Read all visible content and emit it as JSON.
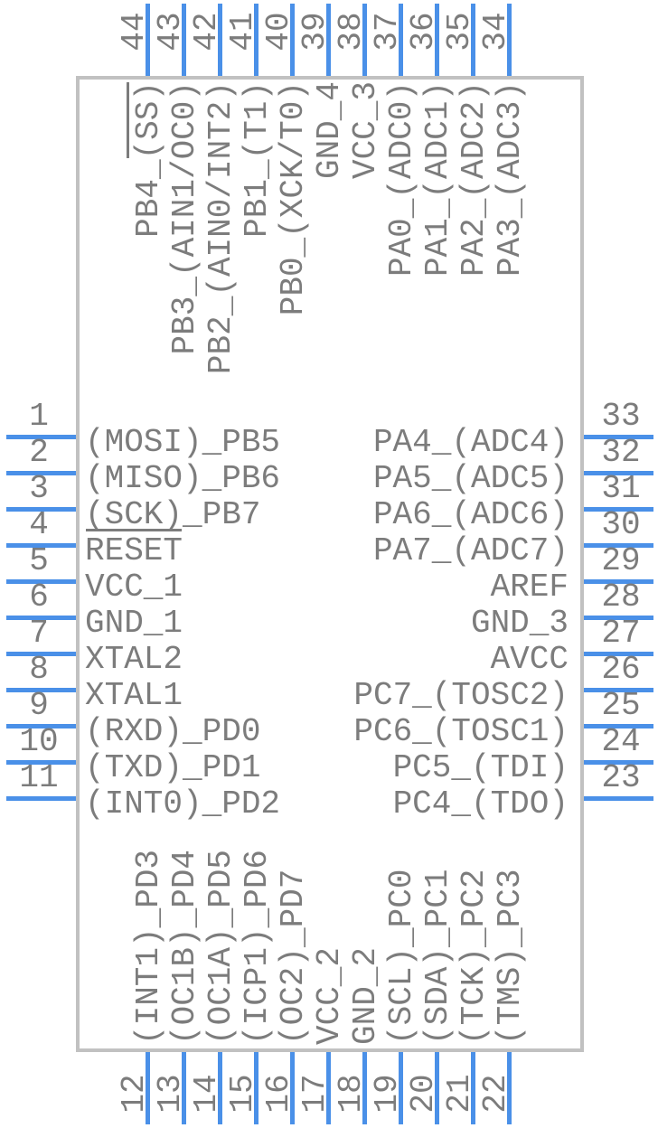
{
  "diagram": {
    "type": "ic-pinout-symbol",
    "colors": {
      "pin": "#4a90e8",
      "text": "#7c7c7c",
      "body_border": "#c1c1c1",
      "background": "#ffffff"
    },
    "pins": {
      "left": [
        {
          "num": "1",
          "label": "(MOSI)_PB5"
        },
        {
          "num": "2",
          "label": "(MISO)_PB6"
        },
        {
          "num": "3",
          "label": "(SCK)_PB7"
        },
        {
          "num": "4",
          "label": "RESET",
          "overline": "RESET"
        },
        {
          "num": "5",
          "label": "VCC_1"
        },
        {
          "num": "6",
          "label": "GND_1"
        },
        {
          "num": "7",
          "label": "XTAL2"
        },
        {
          "num": "8",
          "label": "XTAL1"
        },
        {
          "num": "9",
          "label": "(RXD)_PD0"
        },
        {
          "num": "10",
          "label": "(TXD)_PD1"
        },
        {
          "num": "11",
          "label": "(INT0)_PD2"
        }
      ],
      "right": [
        {
          "num": "33",
          "label": "PA4_(ADC4)"
        },
        {
          "num": "32",
          "label": "PA5_(ADC5)"
        },
        {
          "num": "31",
          "label": "PA6_(ADC6)"
        },
        {
          "num": "30",
          "label": "PA7_(ADC7)"
        },
        {
          "num": "29",
          "label": "AREF"
        },
        {
          "num": "28",
          "label": "GND_3"
        },
        {
          "num": "27",
          "label": "AVCC"
        },
        {
          "num": "26",
          "label": "PC7_(TOSC2)"
        },
        {
          "num": "25",
          "label": "PC6_(TOSC1)"
        },
        {
          "num": "24",
          "label": "PC5_(TDI)"
        },
        {
          "num": "23",
          "label": "PC4_(TDO)"
        }
      ],
      "top": [
        {
          "num": "44",
          "label": "PB4_(SS)",
          "overline": "(SS)"
        },
        {
          "num": "43",
          "label": "PB3_(AIN1/OC0)"
        },
        {
          "num": "42",
          "label": "PB2_(AIN0/INT2)"
        },
        {
          "num": "41",
          "label": "PB1_(T1)"
        },
        {
          "num": "40",
          "label": "PB0_(XCK/T0)"
        },
        {
          "num": "39",
          "label": "GND_4"
        },
        {
          "num": "38",
          "label": "VCC_3"
        },
        {
          "num": "37",
          "label": "PA0_(ADC0)"
        },
        {
          "num": "36",
          "label": "PA1_(ADC1)"
        },
        {
          "num": "35",
          "label": "PA2_(ADC2)"
        },
        {
          "num": "34",
          "label": "PA3_(ADC3)"
        }
      ],
      "bottom": [
        {
          "num": "12",
          "label": "(INT1)_PD3"
        },
        {
          "num": "13",
          "label": "(OC1B)_PD4"
        },
        {
          "num": "14",
          "label": "(OC1A)_PD5"
        },
        {
          "num": "15",
          "label": "(ICP1)_PD6"
        },
        {
          "num": "16",
          "label": "(OC2)_PD7"
        },
        {
          "num": "17",
          "label": "VCC_2"
        },
        {
          "num": "18",
          "label": "GND_2"
        },
        {
          "num": "19",
          "label": "(SCL)_PC0"
        },
        {
          "num": "20",
          "label": "(SDA)_PC1"
        },
        {
          "num": "21",
          "label": "(TCK)_PC2"
        },
        {
          "num": "22",
          "label": "(TMS)_PC3"
        }
      ]
    }
  }
}
